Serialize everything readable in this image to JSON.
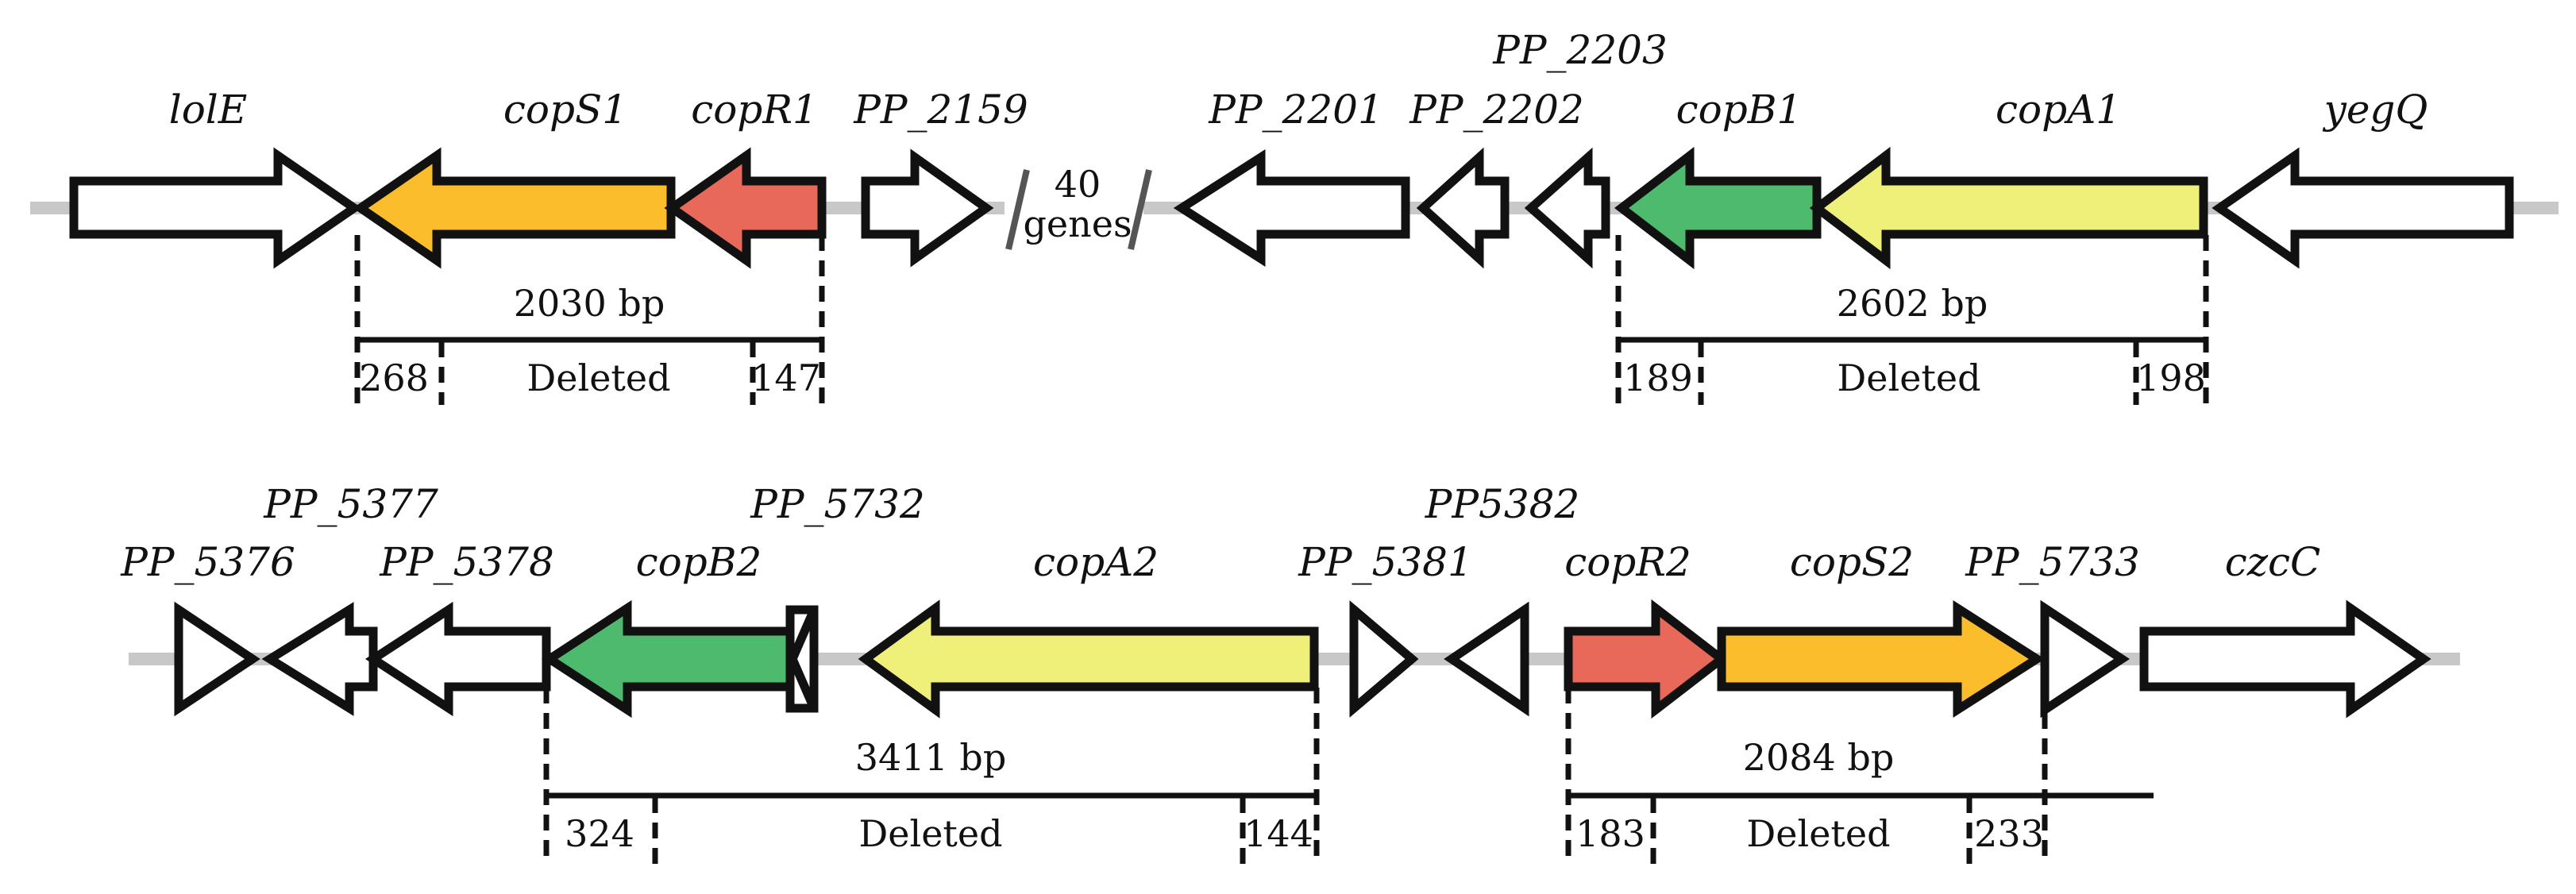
{
  "colors": {
    "white": "#ffffff",
    "orange": "#fbbd2b",
    "red": "#e8685a",
    "green": "#4dba6e",
    "yellow": "#eef07a",
    "backbone": "#c8c8c8",
    "outline": "#111111"
  },
  "row1": {
    "genes": [
      {
        "name": "lolE",
        "color": "white",
        "dir": "right"
      },
      {
        "name": "copS1",
        "color": "orange",
        "dir": "left"
      },
      {
        "name": "copR1",
        "color": "red",
        "dir": "left"
      },
      {
        "name": "PP_2159",
        "color": "white",
        "dir": "right"
      },
      {
        "name": "PP_2201",
        "color": "white",
        "dir": "left"
      },
      {
        "name": "PP_2202",
        "color": "white",
        "dir": "left"
      },
      {
        "name": "PP_2203",
        "color": "white",
        "dir": "left"
      },
      {
        "name": "copB1",
        "color": "green",
        "dir": "left"
      },
      {
        "name": "copA1",
        "color": "yellow",
        "dir": "left"
      },
      {
        "name": "yegQ",
        "color": "white",
        "dir": "left"
      }
    ],
    "gap_count": "40",
    "gap_unit": "genes",
    "regions": [
      {
        "size": "2030 bp",
        "left": "268",
        "middle": "Deleted",
        "right": "147"
      },
      {
        "size": "2602 bp",
        "left": "189",
        "middle": "Deleted",
        "right": "198"
      }
    ]
  },
  "row2": {
    "genes": [
      {
        "name": "PP_5376",
        "color": "white",
        "dir": "right"
      },
      {
        "name": "PP_5377",
        "color": "white",
        "dir": "left"
      },
      {
        "name": "PP_5378",
        "color": "white",
        "dir": "left"
      },
      {
        "name": "copB2",
        "color": "green",
        "dir": "left"
      },
      {
        "name": "PP_5732",
        "color": "white",
        "dir": "left"
      },
      {
        "name": "copA2",
        "color": "yellow",
        "dir": "left"
      },
      {
        "name": "PP_5381",
        "color": "white",
        "dir": "right"
      },
      {
        "name": "PP5382",
        "color": "white",
        "dir": "left"
      },
      {
        "name": "copR2",
        "color": "red",
        "dir": "right"
      },
      {
        "name": "copS2",
        "color": "orange",
        "dir": "right"
      },
      {
        "name": "PP_5733",
        "color": "white",
        "dir": "right"
      },
      {
        "name": "czcC",
        "color": "white",
        "dir": "right"
      }
    ],
    "regions": [
      {
        "size": "3411 bp",
        "left": "324",
        "middle": "Deleted",
        "right": "144"
      },
      {
        "size": "2084 bp",
        "left": "183",
        "middle": "Deleted",
        "right": "233"
      }
    ]
  }
}
